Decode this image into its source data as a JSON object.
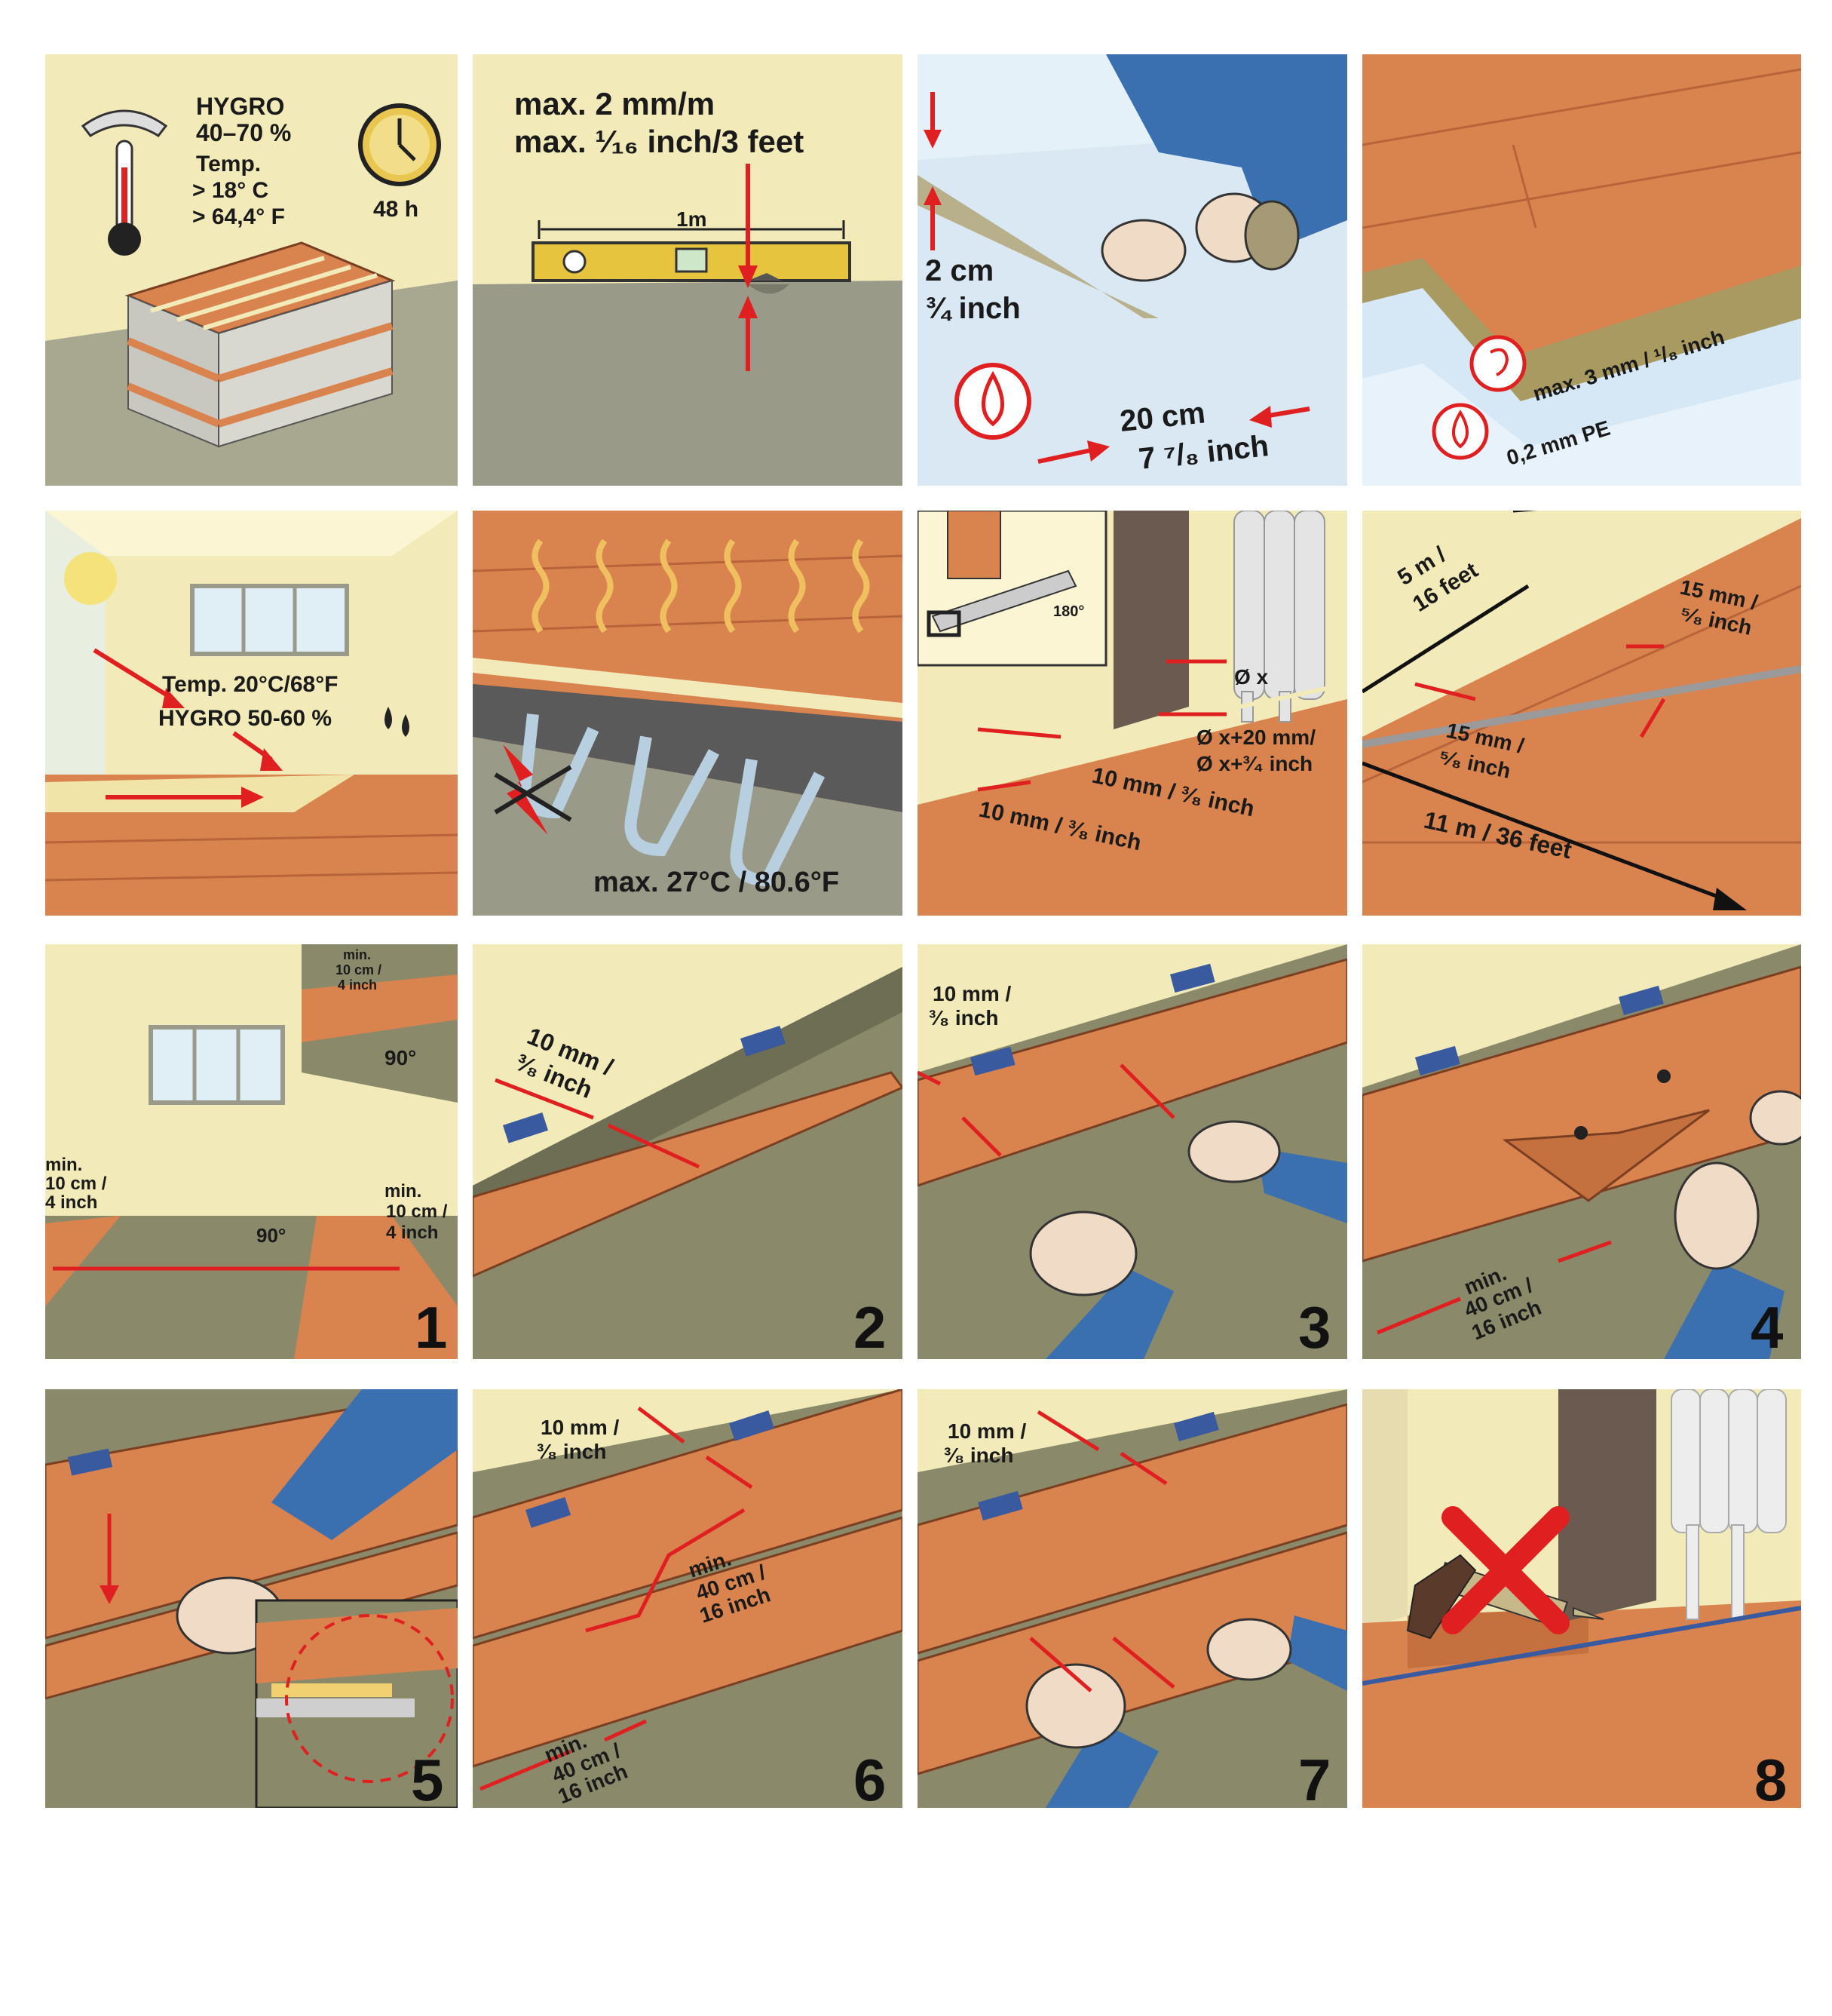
{
  "panels": {
    "acclimatize": {
      "hygro": "HYGRO",
      "hygro_range": "40–70 %",
      "temp": "Temp.",
      "temp_c": "> 18° C",
      "temp_f": "> 64,4° F",
      "time": "48 h"
    },
    "flatness": {
      "line1": "max. 2 mm/m",
      "line2": "max. ¹⁄₁₆ inch/3 feet",
      "level": "1m"
    },
    "overlap": {
      "cm": "2 cm",
      "inch": "¾ inch",
      "overlap_cm": "20 cm",
      "overlap_inch": "7 ⁷/₈ inch"
    },
    "underlay": {
      "thickness": "max. 3 mm / ¹/₈ inch",
      "film": "0,2 mm PE"
    },
    "climate": {
      "temp": "Temp. 20°C/68°F",
      "hygro": "HYGRO 50-60 %"
    },
    "heating": {
      "max": "max. 27°C / 80.6°F"
    },
    "pipes": {
      "angle": "180°",
      "dia": "Ø x",
      "dia_mm": "Ø x+20 mm/",
      "dia_inch": "Ø x+³⁄₄ inch",
      "gap1": "10 mm / ³⁄₈ inch",
      "gap2": "10 mm / ³⁄₈ inch"
    },
    "expansion": {
      "width_m": "5 m /",
      "width_ft": "16 feet",
      "gap_a_mm": "15 mm /",
      "gap_a_in": "⁵⁄₈ inch",
      "gap_b_mm": "15 mm /",
      "gap_b_in": "⁵⁄₈ inch",
      "length": "11 m / 36 feet"
    },
    "step1": {
      "num": "1",
      "min_a": "min.",
      "min_a_cm": "10 cm /",
      "min_a_in": "4 inch",
      "angle_a": "90°",
      "min_b": "min.",
      "min_b_cm": "10 cm /",
      "min_b_in": "4 inch",
      "min_c": "min.",
      "min_c_cm": "10 cm /",
      "min_c_in": "4 inch",
      "angle_b": "90°"
    },
    "step2": {
      "num": "2",
      "gap_mm": "10 mm /",
      "gap_in": "³⁄₈ inch"
    },
    "step3": {
      "num": "3",
      "gap_mm": "10 mm /",
      "gap_in": "³⁄₈ inch"
    },
    "step4": {
      "num": "4",
      "min": "min.",
      "min_cm": "40 cm /",
      "min_in": "16 inch"
    },
    "step5": {
      "num": "5"
    },
    "step6": {
      "num": "6",
      "gap_mm": "10 mm /",
      "gap_in": "³⁄₈ inch",
      "min_a": "min.",
      "min_a_cm": "40 cm /",
      "min_a_in": "16 inch",
      "min_b": "min.",
      "min_b_cm": "40 cm /",
      "min_b_in": "16 inch"
    },
    "step7": {
      "num": "7",
      "gap_mm": "10 mm /",
      "gap_in": "³⁄₈ inch"
    },
    "step8": {
      "num": "8"
    }
  },
  "colors": {
    "wood": "#d9834f",
    "wood_dark": "#b8643a",
    "floor": "#8a8a6a",
    "wall": "#f3eab8",
    "arrow": "#e02020",
    "sleeve": "#3a6fb0",
    "skin": "#f0dcc6"
  }
}
